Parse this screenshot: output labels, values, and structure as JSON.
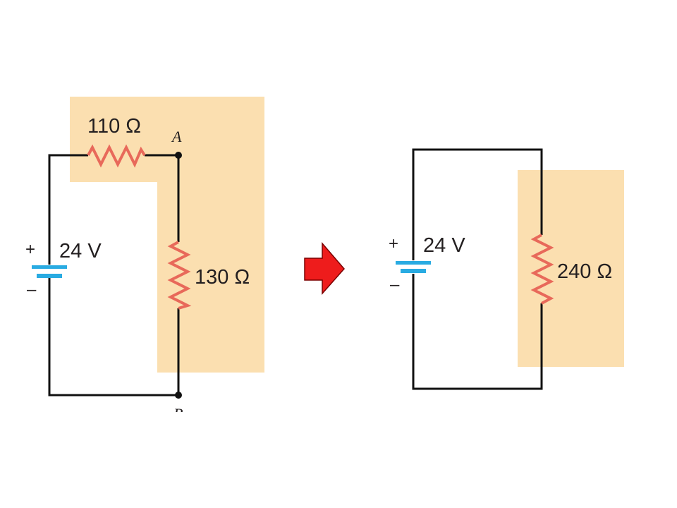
{
  "colors": {
    "highlight": "#fbdfb0",
    "resistor": "#e8695a",
    "battery": "#29abe2",
    "wire": "#111111",
    "arrow_fill": "#ee1c1c",
    "arrow_edge": "#7a0000"
  },
  "left_circuit": {
    "battery": {
      "voltage": "24 V",
      "plus": "+",
      "minus": "–"
    },
    "resistor_top": {
      "value": "110 Ω"
    },
    "resistor_right": {
      "value": "130 Ω"
    },
    "node_a": "A",
    "node_b": "B"
  },
  "arrow": {
    "icon": "right-arrow-icon"
  },
  "right_circuit": {
    "battery": {
      "voltage": "24 V",
      "plus": "+",
      "minus": "–"
    },
    "resistor": {
      "value": "240 Ω"
    }
  }
}
